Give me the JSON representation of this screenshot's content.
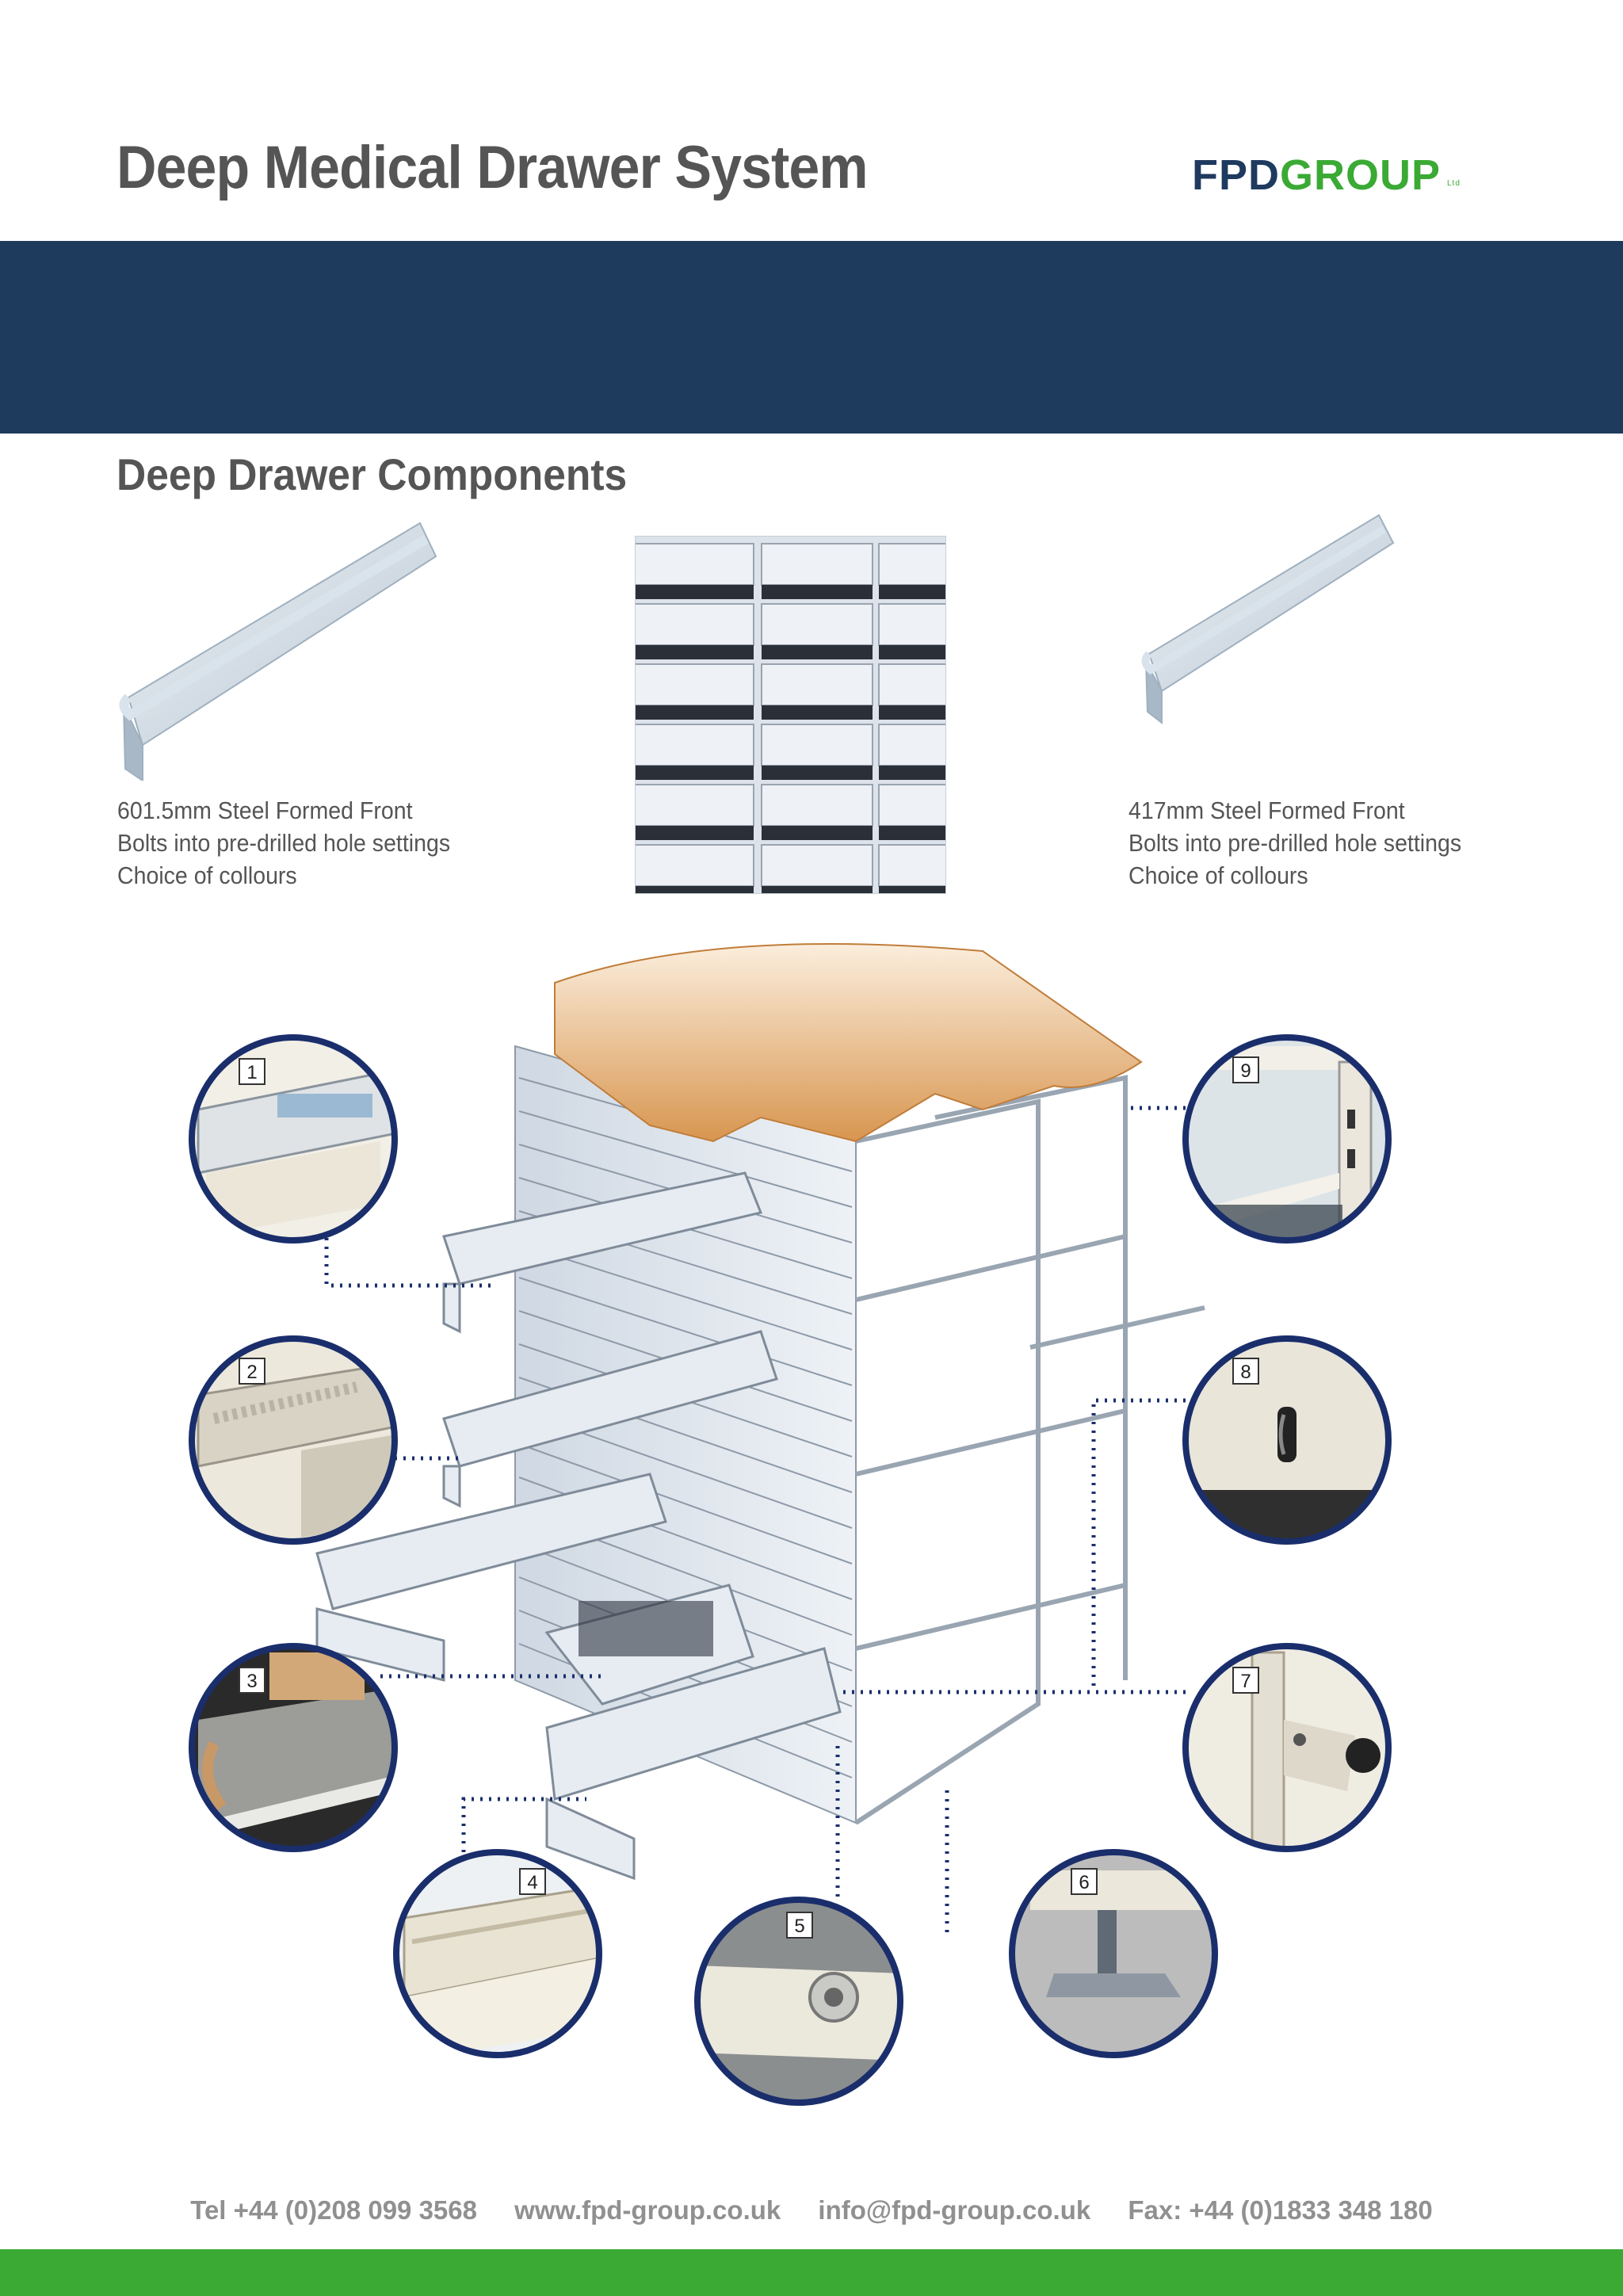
{
  "header": {
    "title": "Deep Medical Drawer System",
    "logo": {
      "part1": "FPD",
      "part2": "GROUP",
      "suffix": "Ltd"
    }
  },
  "colors": {
    "navy": "#1e3a5c",
    "green": "#3aaa35",
    "text_gray": "#555555"
  },
  "section": {
    "title": "Deep Drawer Components"
  },
  "components": {
    "left": {
      "lines": [
        "601.5mm Steel Formed Front",
        "Bolts into pre-drilled hole settings",
        "Choice of collours"
      ]
    },
    "right": {
      "lines": [
        "417mm Steel Formed Front",
        "Bolts into pre-drilled hole settings",
        "Choice of collours"
      ]
    }
  },
  "callouts": [
    "1",
    "2",
    "3",
    "4",
    "5",
    "6",
    "7",
    "8",
    "9"
  ],
  "footer": {
    "tel": "Tel +44 (0)208 099 3568",
    "web": "www.fpd-group.co.uk",
    "email": "info@fpd-group.co.uk",
    "fax": "Fax: +44 (0)1833 348 180"
  }
}
